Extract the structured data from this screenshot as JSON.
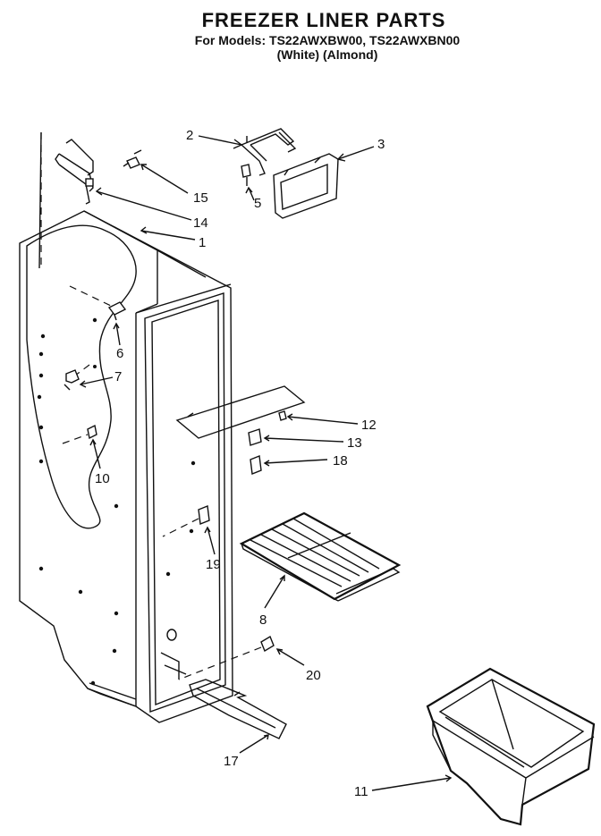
{
  "header": {
    "title": "FREEZER LINER PARTS",
    "models": "For Models: TS22AWXBW00, TS22AWXBN00",
    "variants": "(White)      (Almond)"
  },
  "parts": [
    {
      "id": "1"
    },
    {
      "id": "2"
    },
    {
      "id": "3"
    },
    {
      "id": "5"
    },
    {
      "id": "6"
    },
    {
      "id": "7"
    },
    {
      "id": "8"
    },
    {
      "id": "10"
    },
    {
      "id": "11"
    },
    {
      "id": "12"
    },
    {
      "id": "13"
    },
    {
      "id": "14"
    },
    {
      "id": "15"
    },
    {
      "id": "17"
    },
    {
      "id": "18"
    },
    {
      "id": "19"
    },
    {
      "id": "20"
    }
  ]
}
